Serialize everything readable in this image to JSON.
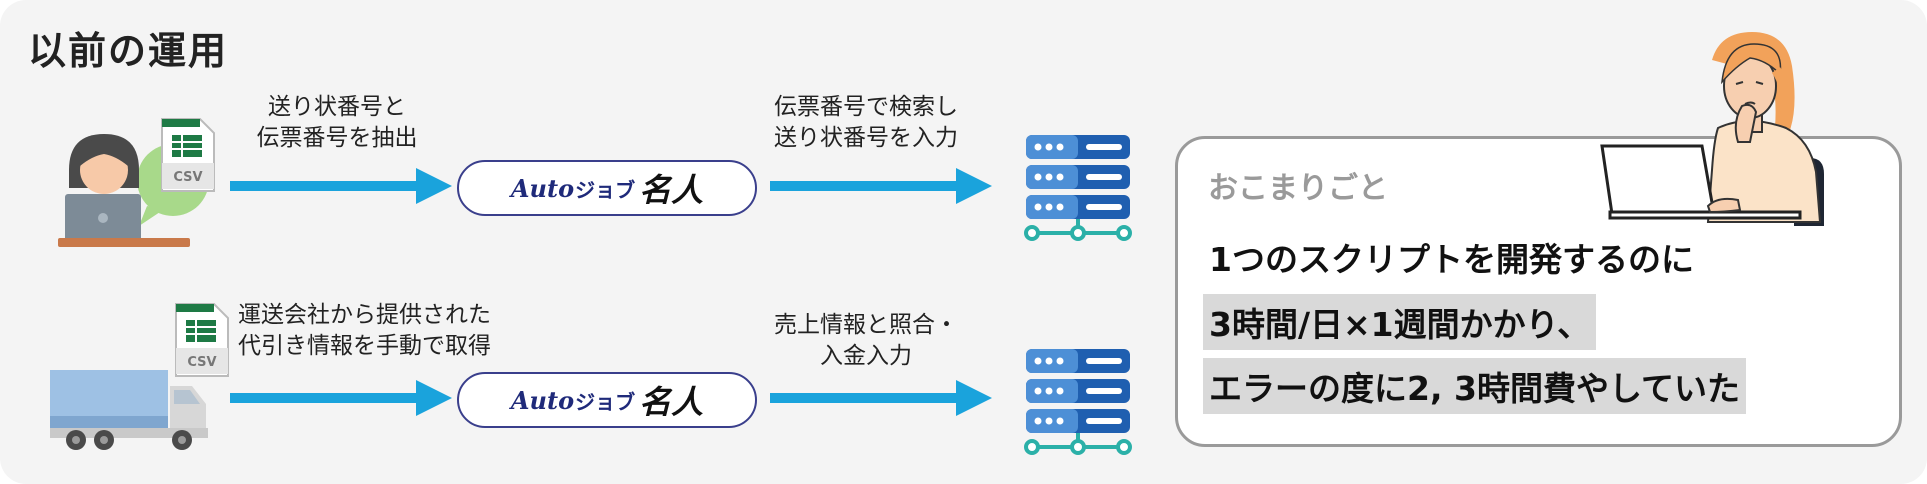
{
  "title": "以前の運用",
  "rows": [
    {
      "input_label": [
        "送り状番号と",
        "伝票番号を抽出"
      ],
      "file_label": "CSV",
      "tool": {
        "latin": "Auto",
        "kana": "ジョブ",
        "brush": "名人"
      },
      "output_label": [
        "伝票番号で検索し",
        "送り状番号を入力"
      ]
    },
    {
      "input_label": [
        "運送会社から提供された",
        "代引き情報を手動で取得"
      ],
      "file_label": "CSV",
      "tool": {
        "latin": "Auto",
        "kana": "ジョブ",
        "brush": "名人"
      },
      "output_label": [
        "売上情報と照合・",
        "入金入力"
      ]
    }
  ],
  "trouble": {
    "title": "おこまりごと",
    "lines": [
      "1つのスクリプトを開発するのに",
      "3時間/日×1週間かかり、",
      "エラーの度に2, 3時間費やしていた"
    ]
  },
  "colors": {
    "arrow": "#1aa3dc",
    "tool_border": "#3a3f8c",
    "server_dark": "#1f5fb0",
    "server_light": "#4d8fd6",
    "network": "#2bb0a8",
    "excel_green": "#1e7a45"
  }
}
